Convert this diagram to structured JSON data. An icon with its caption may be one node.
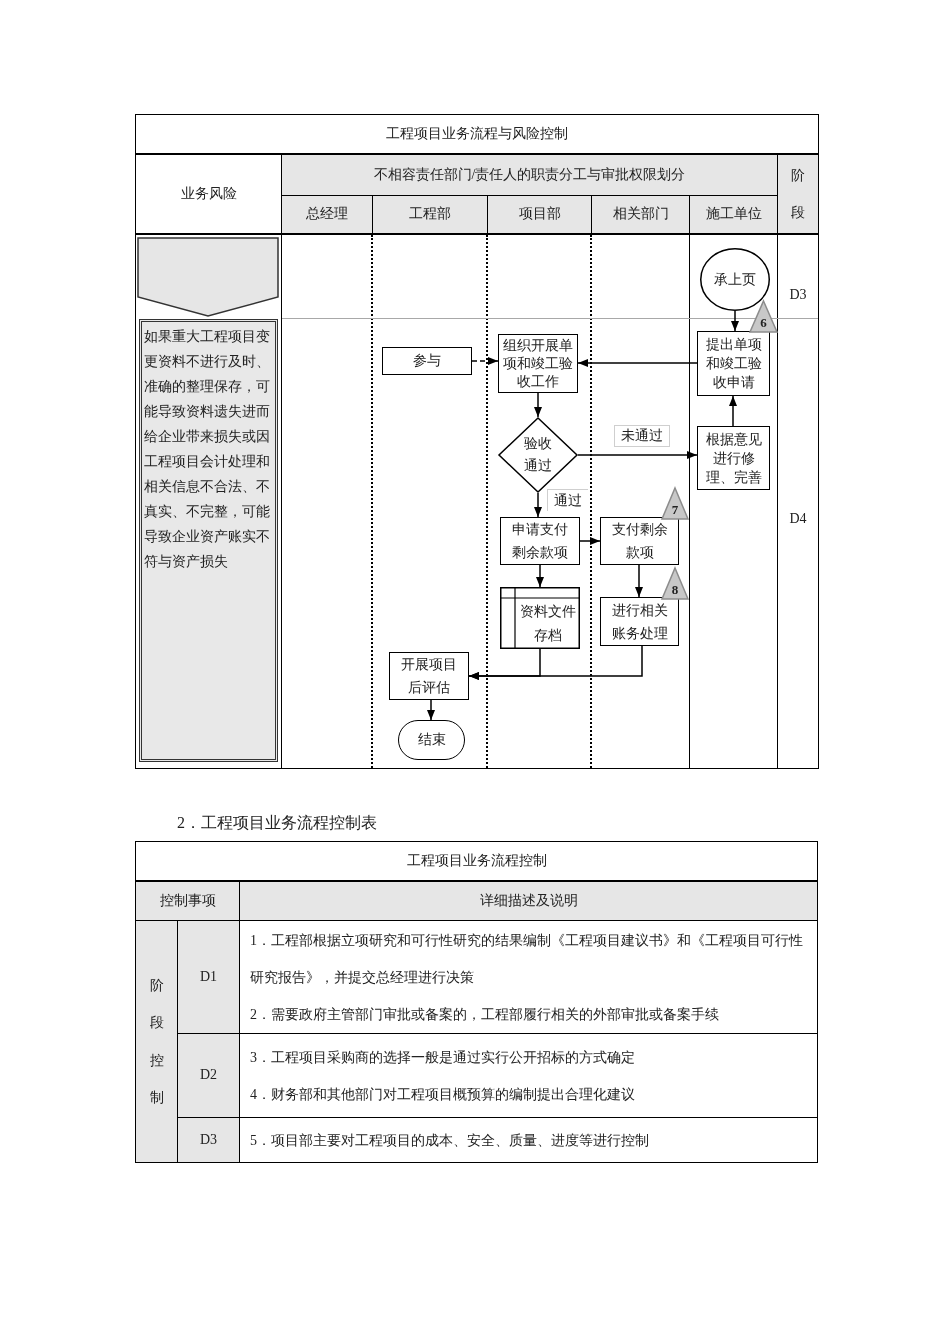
{
  "diagram": {
    "title": "工程项目业务流程与风险控制",
    "nodes": [
      {
        "text": [
          "如果重大工程项目变更资料不进行及时、准确的整理保存，可能导致资料遗失进而给企业带来损失或因工程项目会计处理和相关信息不合法、不真实、不完整，可能导致企业资产账实不符与资产损失"
        ]
      },
      {
        "text": [
          "承上页"
        ]
      },
      {
        "text": [
          "6"
        ]
      },
      {
        "text": [
          "提出单项和竣工验收申请"
        ]
      },
      {
        "text": [
          "参与"
        ]
      },
      {
        "text": [
          "组织开展单项和竣工验收工作"
        ]
      },
      {
        "text": [
          "验收通过"
        ]
      },
      {
        "text": [
          "根据意见进行修理、完善"
        ]
      },
      {
        "text": [
          "7"
        ]
      },
      {
        "text": [
          "申请支付剩余款项"
        ]
      },
      {
        "text": [
          "支付剩余款项"
        ]
      },
      {
        "text": [
          "8"
        ]
      },
      {
        "text": [
          "资料文件存档"
        ]
      },
      {
        "text": [
          "进行相关账务处理"
        ]
      },
      {
        "text": [
          "开展项目后评估"
        ]
      },
      {
        "text": [
          "结束"
        ]
      }
    ],
    "edges": [
      {
        "from": 1,
        "to": 3,
        "arrow": "to"
      },
      {
        "from": 3,
        "to": 5,
        "arrow": "to"
      },
      {
        "from": 4,
        "to": 5,
        "arrow": "to",
        "style": "dashed"
      },
      {
        "from": 5,
        "to": 6,
        "arrow": "to"
      },
      {
        "from": 6,
        "to": 7,
        "arrow": "to",
        "label": "未通过"
      },
      {
        "from": 7,
        "to": 3,
        "arrow": "to"
      },
      {
        "from": 6,
        "to": 9,
        "arrow": "to",
        "label": "通过"
      },
      {
        "from": 9,
        "to": 10,
        "arrow": "to"
      },
      {
        "from": 9,
        "to": 12,
        "arrow": "to"
      },
      {
        "from": 10,
        "to": 13,
        "arrow": "to"
      },
      {
        "from": 12,
        "to": 14,
        "arrow": "to"
      },
      {
        "from": 13,
        "to": 14,
        "arrow": "to"
      },
      {
        "from": 14,
        "to": 15,
        "arrow": "to"
      }
    ],
    "labels": [
      "业务风险",
      "不相容责任部门/责任人的职责分工与审批权限划分",
      "阶段",
      "总经理",
      "工程部",
      "项目部",
      "相关部门",
      "施工单位",
      "D3",
      "D4",
      "2．工程项目业务流程控制表",
      "工程项目业务流程控制",
      "控制事项",
      "详细描述及说明",
      "阶段控制",
      "D1",
      "1．工程部根据立项研究和可行性研究的结果编制《工程项目建议书》和《工程项目可行性研究报告》，并提交总经理进行决策",
      "2．需要政府主管部门审批或备案的，工程部履行相关的外部审批或备案手续",
      "D2",
      "3．工程项目采购商的选择一般是通过实行公开招标的方式确定",
      "4．财务部和其他部门对工程项目概预算的编制提出合理化建议",
      "D3",
      "5．项目部主要对工程项目的成本、安全、质量、进度等进行控制"
    ]
  }
}
